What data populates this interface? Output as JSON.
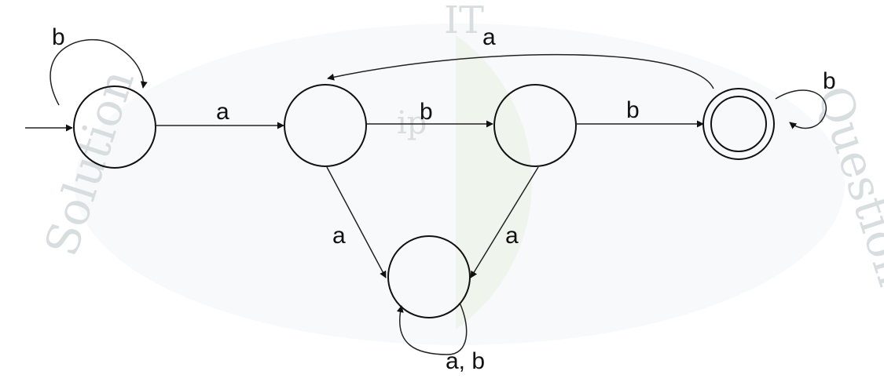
{
  "watermark": {
    "text_top": "IT",
    "text_center": "ip",
    "text_left": "Solution",
    "text_right": "Question"
  },
  "edges": {
    "q0_to_q1": "a",
    "q0_self": "b",
    "q1_to_q2": "b",
    "q1_to_q4": "a",
    "q2_to_q3": "b",
    "q2_to_q4": "a",
    "q3_to_q1": "a",
    "q3_self": "b",
    "q4_self": "a, b"
  }
}
